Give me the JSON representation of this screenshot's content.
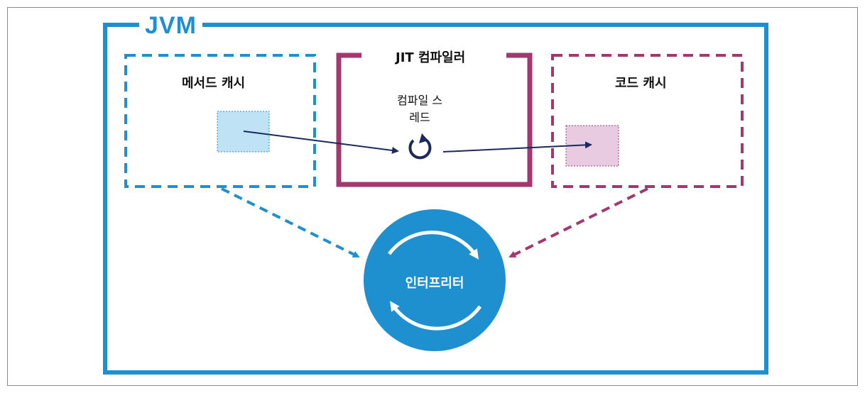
{
  "title": "JVM",
  "method_cache_label": "메서드 캐시",
  "jit_compiler_label": "JIT 컴파일러",
  "compile_thread_label": "컴파일 스레드",
  "code_cache_label": "코드 캐시",
  "interpreter_label": "인터프리터",
  "colors": {
    "jvm_blue": "#1e90cf",
    "compiler_purple": "#a3386f",
    "arrow_navy": "#1b2a5a",
    "method_fill": "#bfe3f4",
    "code_fill": "#e8cbe0"
  }
}
